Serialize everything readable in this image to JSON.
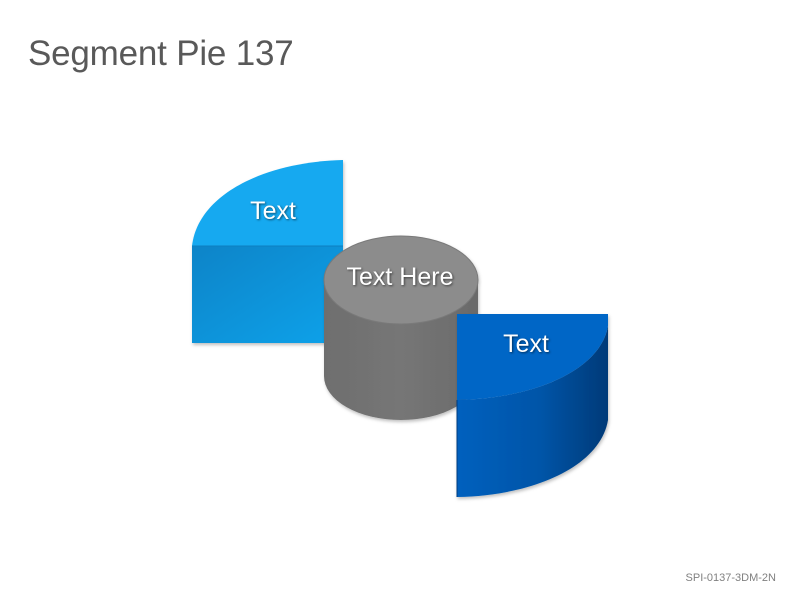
{
  "slide": {
    "title": "Segment Pie 137",
    "code": "SPI-0137-3DM-2N"
  },
  "diagram": {
    "segments": [
      {
        "id": "left",
        "label": "Text",
        "top_color": "#12A9F0",
        "side_color": "#0A8DD6"
      },
      {
        "id": "center",
        "label": "Text Here",
        "top_color": "#8C8C8C",
        "side_color": "#707070"
      },
      {
        "id": "right",
        "label": "Text",
        "top_color": "#0066C6",
        "side_color": "#004A97"
      }
    ]
  }
}
